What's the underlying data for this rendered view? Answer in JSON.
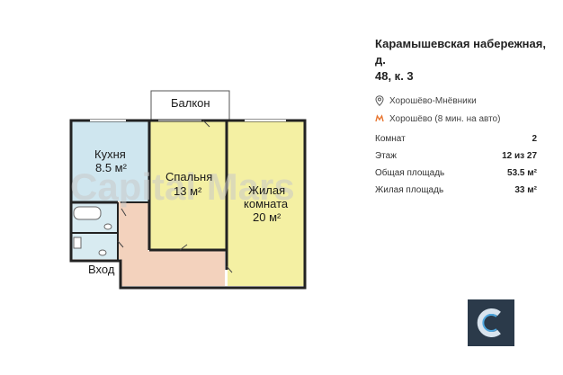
{
  "address": {
    "line1": "Карамышевская набережная, д.",
    "line2": "48, к. 3"
  },
  "location": {
    "district": "Хорошёво-Мнёвники",
    "metro": "Хорошёво (8 мин. на авто)",
    "metro_color": "#e8752f"
  },
  "params": [
    {
      "label": "Комнат",
      "value": "2"
    },
    {
      "label": "Этаж",
      "value": "12 из 27"
    },
    {
      "label": "Общая площадь",
      "value": "53.5 м²"
    },
    {
      "label": "Жилая площадь",
      "value": "33 м²"
    }
  ],
  "plan": {
    "balcony": "Балкон",
    "kitchen": {
      "name": "Кухня",
      "area": "8.5 м²"
    },
    "bedroom": {
      "name": "Спальня",
      "area": "13 м²"
    },
    "living": {
      "name1": "Жилая",
      "name2": "комната",
      "area": "20 м²"
    },
    "entrance": "Вход",
    "watermark": "Capital Mars"
  },
  "colors": {
    "kitchen": "#cfe6ef",
    "rooms": "#f4f0a3",
    "corridor": "#f3d2bd",
    "bath": "#d8ebf1",
    "logo_bg": "#2b3a4a",
    "logo_ring": "#4fa8e0"
  }
}
